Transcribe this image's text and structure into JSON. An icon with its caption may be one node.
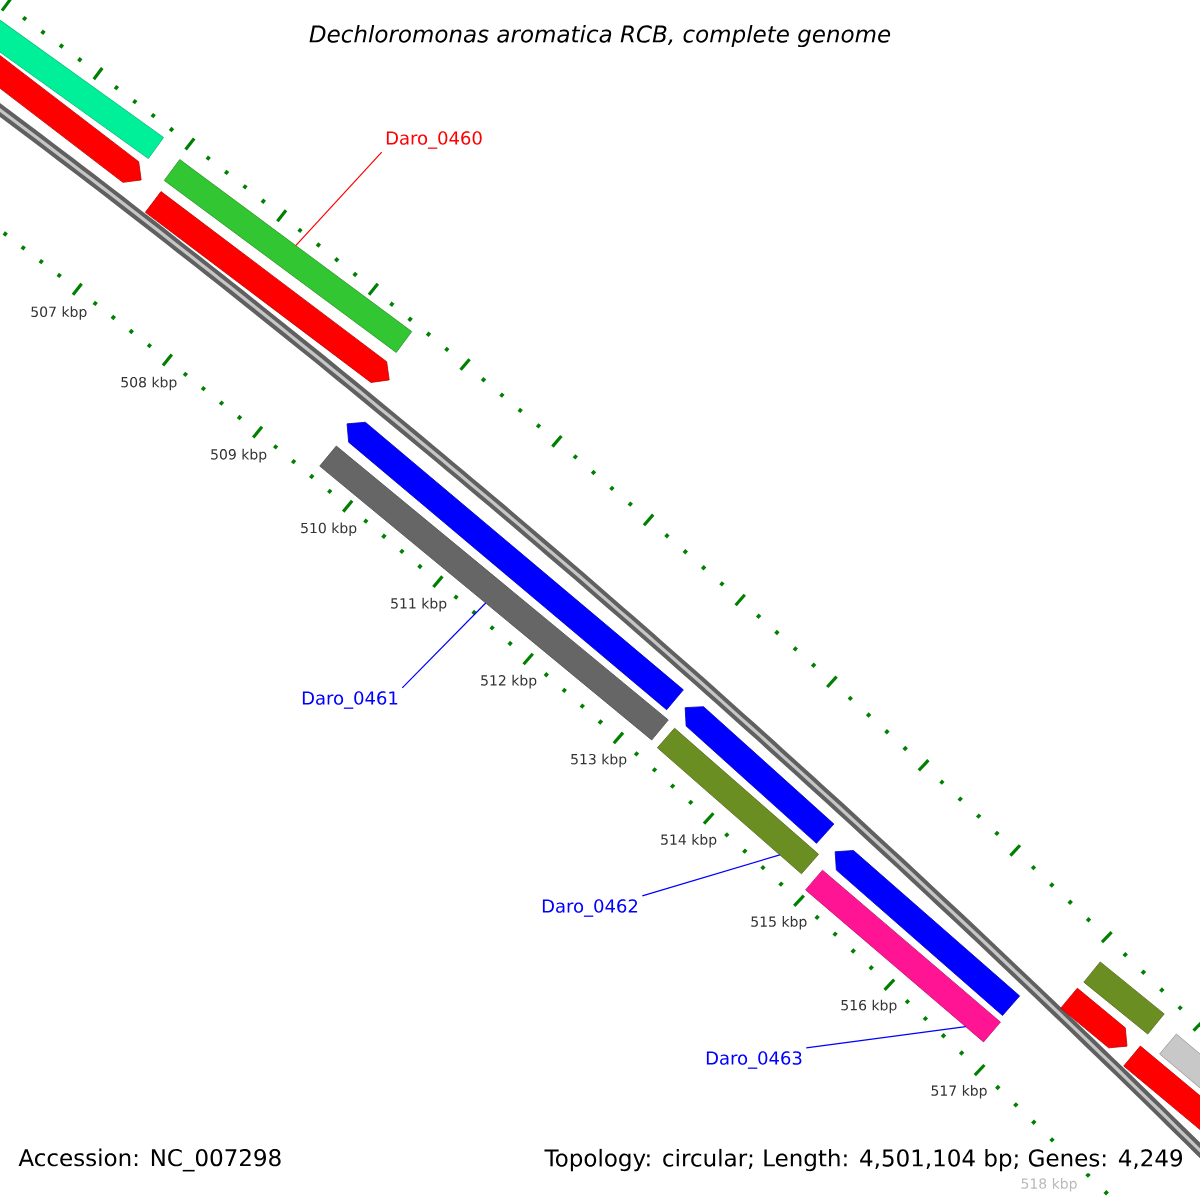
{
  "diagram": {
    "title": "Dechloromonas aromatica RCB, complete genome",
    "nodes": [
      {
        "text": [],
        "shape": "bar"
      },
      {
        "text": [],
        "shape": "bar"
      },
      {
        "text": [
          "Daro_0460"
        ]
      },
      {
        "text": [],
        "shape": "bar"
      },
      {
        "text": [],
        "shape": "bar"
      },
      {
        "text": [],
        "shape": "bar"
      },
      {
        "text": [],
        "shape": "bar"
      },
      {
        "text": [
          "Daro_0461"
        ]
      },
      {
        "text": [],
        "shape": "bar"
      },
      {
        "text": [],
        "shape": "bar"
      },
      {
        "text": [],
        "shape": "bar"
      },
      {
        "text": [
          "Daro_0462"
        ]
      },
      {
        "text": [],
        "shape": "bar"
      },
      {
        "text": [
          "Daro_0463"
        ]
      },
      {
        "text": [],
        "shape": "bar"
      },
      {
        "text": [],
        "shape": "bar"
      },
      {
        "text": [],
        "shape": "bar"
      },
      {
        "text": [],
        "shape": "bar"
      }
    ],
    "edges": [
      {
        "from": 2,
        "to": 3,
        "arrow": "none",
        "color": "#ff0000"
      },
      {
        "from": 7,
        "to": 5,
        "arrow": "none"
      },
      {
        "from": 11,
        "to": 9,
        "arrow": "none"
      },
      {
        "from": 13,
        "to": 12,
        "arrow": "none"
      }
    ],
    "labels": [
      "507 kbp",
      "508 kbp",
      "509 kbp",
      "510 kbp",
      "511 kbp",
      "512 kbp",
      "513 kbp",
      "514 kbp",
      "515 kbp",
      "516 kbp",
      "517 kbp",
      "518 kbp",
      "Accession: NC_007298",
      "Topology: circular; Length: 4,501,104 bp; Genes: 4,249"
    ]
  }
}
